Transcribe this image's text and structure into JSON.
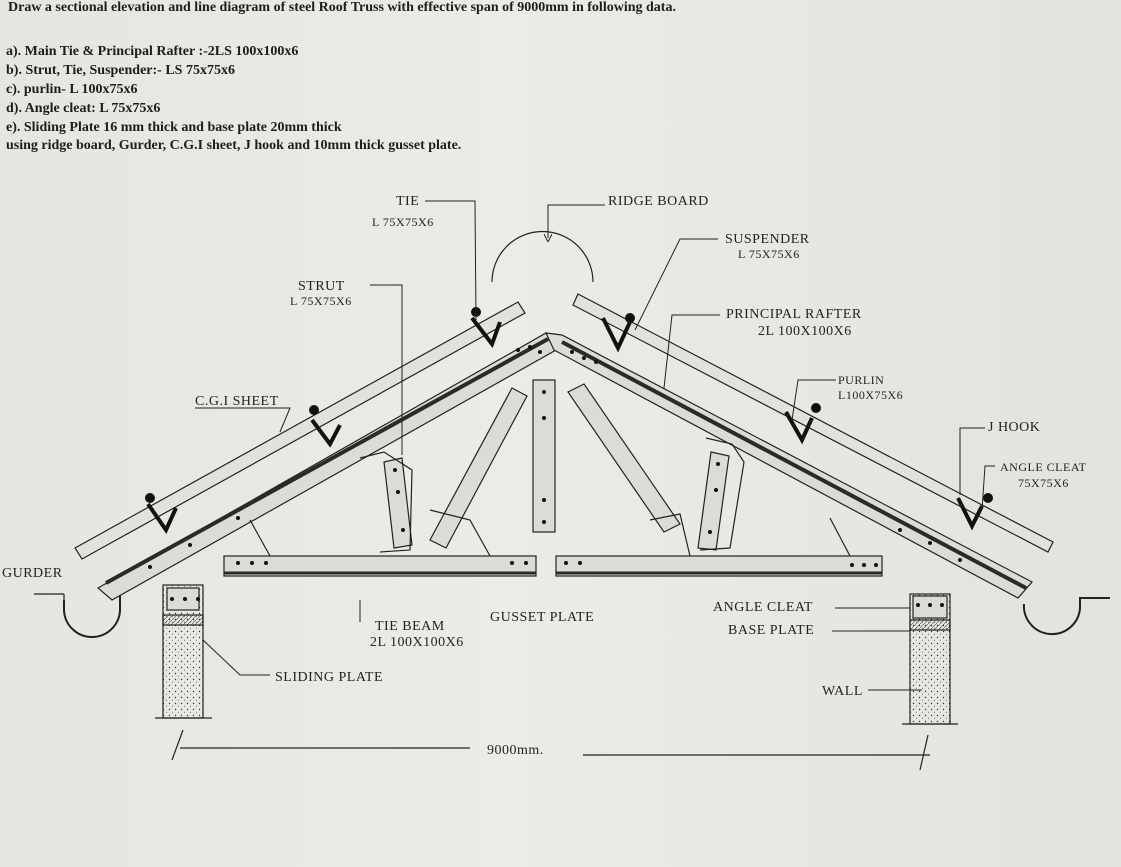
{
  "header": {
    "title": "Draw  a sectional elevation  and line diagram  of steel  Roof  Truss with effective span of 9000mm  in following data.",
    "items": [
      "a). Main Tie & Principal Rafter :-2LS 100x100x6",
      "b). Strut, Tie, Suspender:- LS 75x75x6",
      "c). purlin-  L 100x75x6",
      "d). Angle cleat: L 75x75x6",
      "e). Sliding Plate 16 mm thick and base plate 20mm thick",
      "using ridge board, Gurder, C.G.I sheet, J hook and 10mm thick gusset plate."
    ]
  },
  "labels": {
    "tie": "TIE",
    "tie_size": "L 75X75X6",
    "ridge_board": "RIDGE BOARD",
    "suspender": "SUSPENDER",
    "suspender_size": "L 75X75X6",
    "strut": "STRUT",
    "strut_size": "L 75X75X6",
    "principal_rafter": "PRINCIPAL RAFTER",
    "principal_rafter_size": "2L 100X100X6",
    "purlin": "PURLIN",
    "purlin_size": "L100X75X6",
    "cgi_sheet": "C.G.I SHEET",
    "j_hook": "J HOOK",
    "angle_cleat_right": "ANGLE CLEAT",
    "angle_cleat_right_size": "75X75X6",
    "gurder": "GURDER",
    "tie_beam": "TIE BEAM",
    "tie_beam_size": "2L 100X100X6",
    "gusset_plate": "GUSSET PLATE",
    "angle_cleat_bottom": "ANGLE CLEAT",
    "base_plate": "BASE PLATE",
    "sliding_plate": "SLIDING PLATE",
    "wall": "WALL",
    "span": "9000mm."
  },
  "colors": {
    "ink": "#1d1d1d",
    "paper": "#e9e8e3",
    "member_fill": "#dcdcd6",
    "dark_member": "#2a2a2a"
  }
}
